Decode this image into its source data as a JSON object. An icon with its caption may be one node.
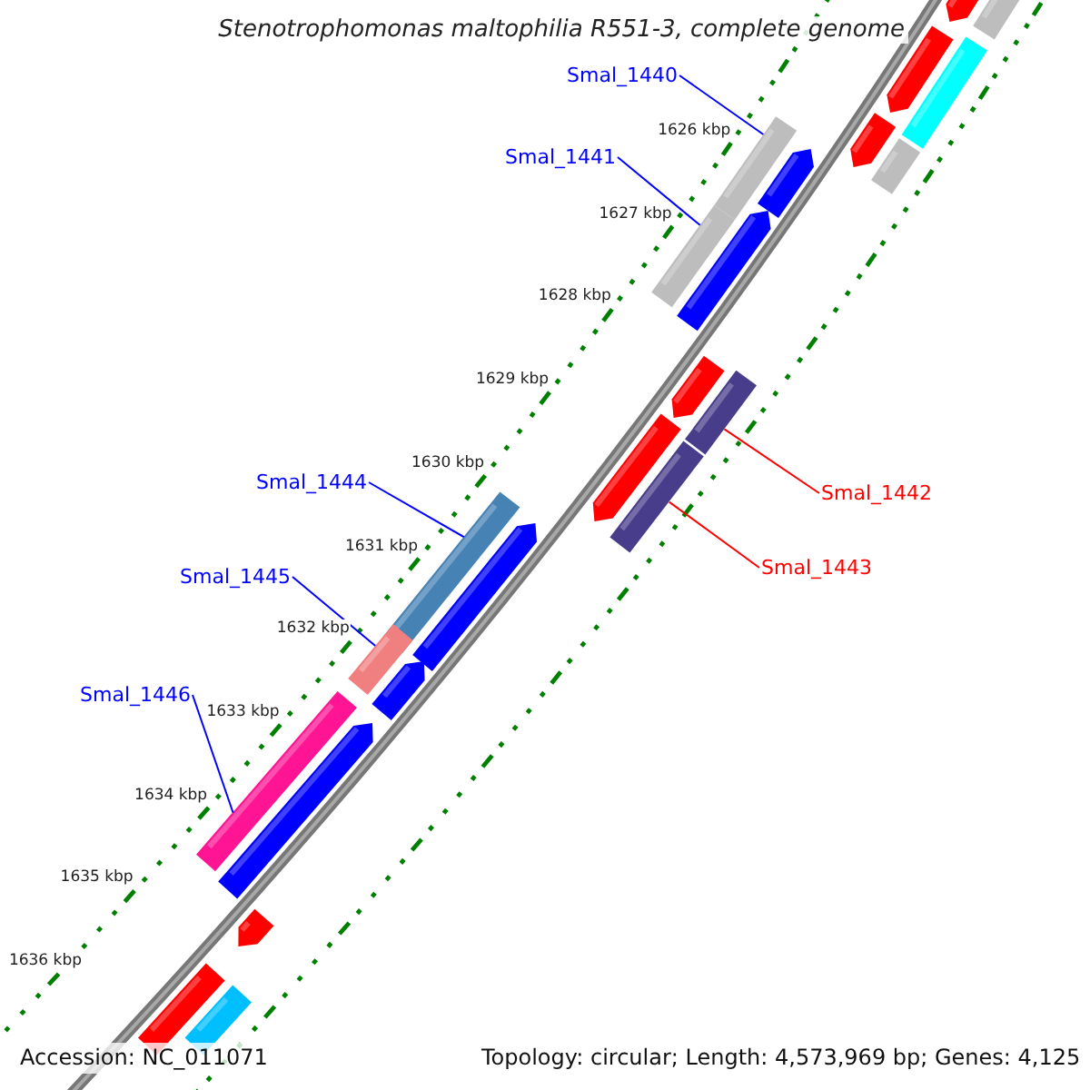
{
  "diagram": {
    "title": "Stenotrophomonas maltophilia R551-3, complete genome",
    "nodes": [
      {
        "text": [
          "Smal_1440"
        ]
      },
      {
        "text": [
          "Smal_1441"
        ]
      },
      {
        "text": [
          "Smal_1442"
        ]
      },
      {
        "text": [
          "Smal_1443"
        ]
      },
      {
        "text": [
          "Smal_1444"
        ]
      },
      {
        "text": [
          "Smal_1445"
        ]
      },
      {
        "text": [
          "Smal_1446"
        ]
      },
      {
        "text": [],
        "shape": "bar"
      },
      {
        "text": [],
        "shape": "bar"
      },
      {
        "text": [],
        "shape": "bar"
      },
      {
        "text": [],
        "shape": "bar"
      },
      {
        "text": [],
        "shape": "bar"
      },
      {
        "text": [],
        "shape": "bar"
      },
      {
        "text": [],
        "shape": "bar"
      },
      {
        "text": [],
        "shape": "bar"
      },
      {
        "text": [],
        "shape": "bar"
      },
      {
        "text": [],
        "shape": "bar"
      },
      {
        "text": [],
        "shape": "bar"
      },
      {
        "text": [],
        "shape": "bar"
      },
      {
        "text": [],
        "shape": "bar"
      },
      {
        "text": [],
        "shape": "bar"
      },
      {
        "text": [],
        "shape": "bar"
      },
      {
        "text": [],
        "shape": "bar"
      },
      {
        "text": [],
        "shape": "bar"
      },
      {
        "text": [],
        "shape": "bar"
      },
      {
        "text": [],
        "shape": "bar"
      },
      {
        "text": [],
        "shape": "bar"
      },
      {
        "text": [],
        "shape": "bar"
      },
      {
        "text": [],
        "shape": "bar"
      },
      {
        "text": [],
        "shape": "bar"
      }
    ],
    "edges": [
      {
        "from": 0,
        "to": 12,
        "arrow": "none"
      },
      {
        "from": 1,
        "to": 16,
        "arrow": "none"
      },
      {
        "from": 2,
        "to": 18,
        "arrow": "none",
        "color": "#ff0000"
      },
      {
        "from": 3,
        "to": 20,
        "arrow": "none",
        "color": "#ff0000"
      },
      {
        "from": 4,
        "to": 21,
        "arrow": "none"
      },
      {
        "from": 5,
        "to": 23,
        "arrow": "none"
      },
      {
        "from": 6,
        "to": 25,
        "arrow": "none"
      }
    ],
    "labels": [
      "1626 kbp",
      "1627 kbp",
      "1628 kbp",
      "1629 kbp",
      "1630 kbp",
      "1631 kbp",
      "1632 kbp",
      "1633 kbp",
      "1634 kbp",
      "1635 kbp",
      "1636 kbp",
      "Accession: NC_011071",
      "Topology: circular; Length: 4,573,969 bp; Genes: 4,125"
    ]
  }
}
